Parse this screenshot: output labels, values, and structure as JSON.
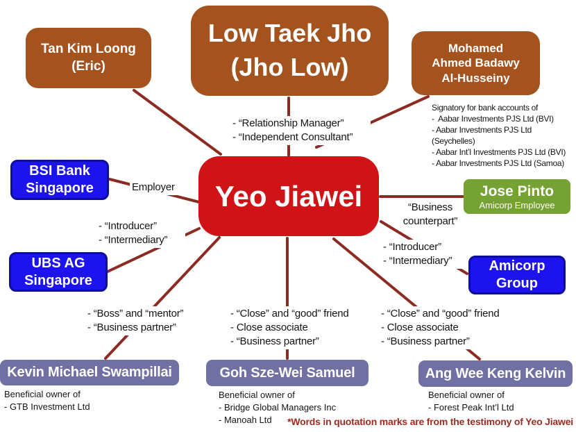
{
  "colors": {
    "node_brown": "#A4521E",
    "node_red": "#D01317",
    "node_blue": "#1C13EE",
    "node_blue_border": "#0E0E9C",
    "node_green": "#76A233",
    "node_purple": "#7070A2",
    "connector_line": "#8C2B22",
    "footnote_text": "#9E2B22",
    "label_text": "#141414"
  },
  "center": {
    "name": "Yeo Jiawei"
  },
  "nodes": {
    "tan": {
      "name": "Tan Kim Loong\n(Eric)"
    },
    "jho": {
      "name": "Low Taek Jho\n(Jho Low)"
    },
    "mohamed": {
      "name": "Mohamed\nAhmed Badawy\nAl-Husseiny",
      "note": "Signatory for bank accounts of\n-  Aabar Investments PJS Ltd (BVI)\n- Aabar Investments PJS Ltd\n(Seychelles)\n- Aabar Int’l Investments PJS Ltd (BVI)\n- Aabar Investments PJS Ltd (Samoa)"
    },
    "bsi": {
      "name": "BSI Bank\nSingapore"
    },
    "ubs": {
      "name": "UBS AG\nSingapore"
    },
    "jose": {
      "name": "Jose Pinto",
      "subtitle": "Amicorp Employee"
    },
    "amicorp": {
      "name": "Amicorp\nGroup"
    },
    "kevin": {
      "name": "Kevin Michael Swampillai",
      "note": "Beneficial owner of\n- GTB Investment Ltd"
    },
    "goh": {
      "name": "Goh Sze-Wei Samuel",
      "note": "Beneficial owner of\n- Bridge Global Managers Inc\n- Manoah Ltd"
    },
    "ang": {
      "name": "Ang Wee Keng Kelvin",
      "note": "Beneficial owner of\n- Forest Peak Int’l Ltd"
    }
  },
  "edge_labels": {
    "jho": "- “Relationship Manager”\n- “Independent Consultant”",
    "bsi": "Employer",
    "ubs": "- “Introducer”\n- “Intermediary”",
    "jose": "“Business\ncounterpart”",
    "amicorp": "- “Introducer”\n- “Intermediary”",
    "kevin": "- “Boss” and “mentor”\n- “Business partner”",
    "goh": "- “Close” and “good” friend\n- Close associate\n- “Business partner”",
    "ang": "- “Close” and “good” friend\n- Close associate\n- “Business partner”"
  },
  "footnote": "*Words in quotation marks are from the testimony of Yeo Jiawei"
}
